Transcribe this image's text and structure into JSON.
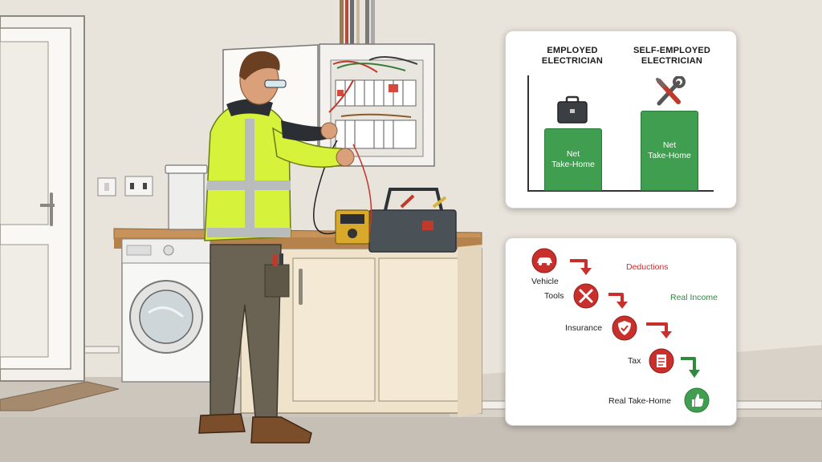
{
  "comparison": {
    "employed": {
      "line1": "EMPLOYED",
      "line2": "ELECTRICIAN",
      "bar_line1": "Net",
      "bar_line2": "Take-Home",
      "icon": "briefcase-icon"
    },
    "self_employed": {
      "line1": "SELF-EMPLOYED",
      "line2": "ELECTRICIAN",
      "bar_line1": "Net",
      "bar_line2": "Take-Home",
      "icon": "tools-icon"
    }
  },
  "flow": {
    "deductions_label": "Deductions",
    "real_income_label": "Real Income",
    "steps": [
      {
        "label": "Vehicle",
        "icon": "car-icon"
      },
      {
        "label": "Tools",
        "icon": "tools-icon"
      },
      {
        "label": "Insurance",
        "icon": "shield-icon"
      },
      {
        "label": "Tax",
        "icon": "document-icon"
      },
      {
        "label": "Real Take-Home",
        "icon": "thumbs-up-icon"
      }
    ]
  },
  "colors": {
    "red": "#c9302c",
    "green": "#3f9e4f",
    "vest": "#d6f23a"
  }
}
